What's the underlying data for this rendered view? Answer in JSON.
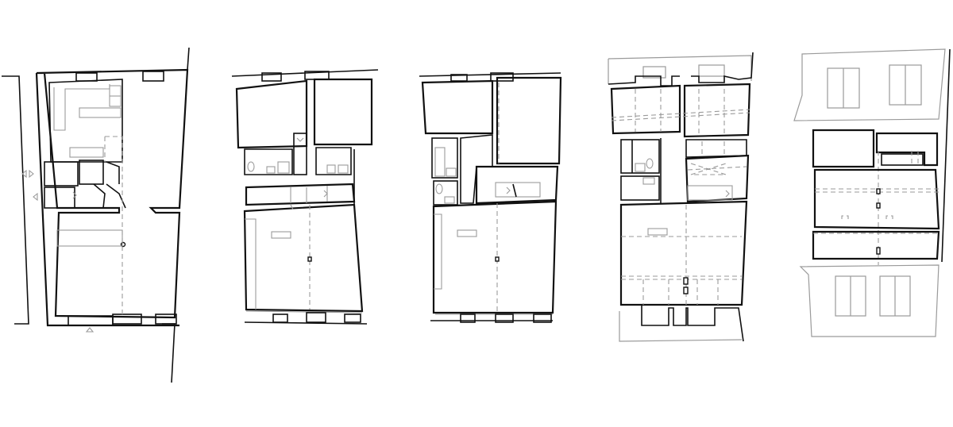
{
  "figure": {
    "type": "architectural-floor-plans",
    "plan_count": 5,
    "colors": {
      "wall": "#111111",
      "fixture": "#9a9a9a",
      "hidden_line": "#9a9a9a",
      "background": "#ffffff"
    },
    "plans": [
      {
        "id": "ground-floor",
        "view": "plan"
      },
      {
        "id": "first-floor",
        "view": "plan"
      },
      {
        "id": "second-floor",
        "view": "plan"
      },
      {
        "id": "third-floor",
        "view": "plan"
      },
      {
        "id": "roof",
        "view": "roof-plan"
      }
    ]
  }
}
